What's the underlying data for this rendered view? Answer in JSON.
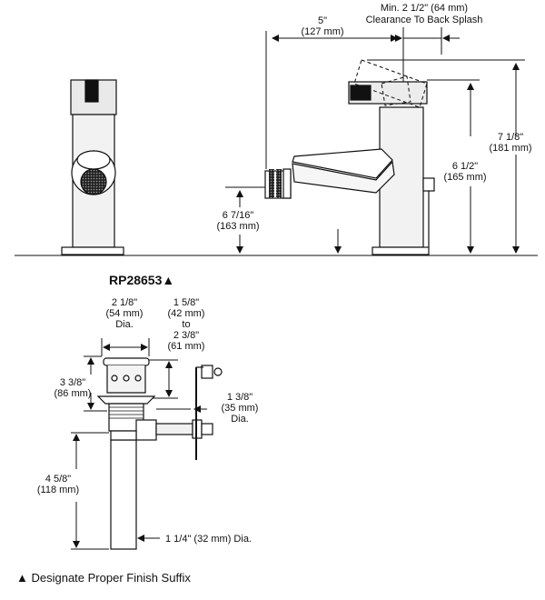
{
  "top_view": {
    "dim_5": [
      "5\"",
      "(127 mm)"
    ],
    "dim_clearance": [
      "Min. 2 1/2\" (64 mm)",
      "Clearance To Back Splash"
    ],
    "dim_7_1_8": [
      "7 1/8\"",
      "(181 mm)"
    ],
    "dim_6_1_2": [
      "6 1/2\"",
      "(165 mm)"
    ],
    "dim_6_7_16": [
      "6 7/16\"",
      "(163 mm)"
    ]
  },
  "drain": {
    "part_number": "RP28653▲",
    "dim_2_1_8": [
      "2 1/8\"",
      "(54 mm)",
      "Dia."
    ],
    "dim_1_5_8": [
      "1 5/8\"",
      "(42 mm)",
      "to",
      "2 3/8\"",
      "(61 mm)"
    ],
    "dim_3_3_8": [
      "3 3/8\"",
      "(86 mm)"
    ],
    "dim_1_3_8": [
      "1 3/8\"",
      "(35 mm)",
      "Dia."
    ],
    "dim_4_5_8": [
      "4 5/8\"",
      "(118 mm)"
    ],
    "dim_1_1_4": "1 1/4\" (32 mm) Dia."
  },
  "footnote": "▲ Designate Proper Finish Suffix"
}
